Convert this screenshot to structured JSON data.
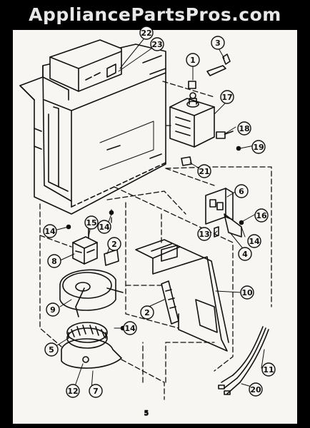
{
  "watermark": "AppliancePartsPros.com",
  "page_mark": "5",
  "callouts": [
    {
      "label": "1"
    },
    {
      "label": "2"
    },
    {
      "label": "2"
    },
    {
      "label": "3"
    },
    {
      "label": "4"
    },
    {
      "label": "5"
    },
    {
      "label": "6"
    },
    {
      "label": "7"
    },
    {
      "label": "8"
    },
    {
      "label": "9"
    },
    {
      "label": "10"
    },
    {
      "label": "11"
    },
    {
      "label": "12"
    },
    {
      "label": "13"
    },
    {
      "label": "14"
    },
    {
      "label": "14"
    },
    {
      "label": "14"
    },
    {
      "label": "14"
    },
    {
      "label": "15"
    },
    {
      "label": "16"
    },
    {
      "label": "17"
    },
    {
      "label": "18"
    },
    {
      "label": "19"
    },
    {
      "label": "20"
    },
    {
      "label": "21"
    },
    {
      "label": "22"
    },
    {
      "label": "23"
    }
  ]
}
